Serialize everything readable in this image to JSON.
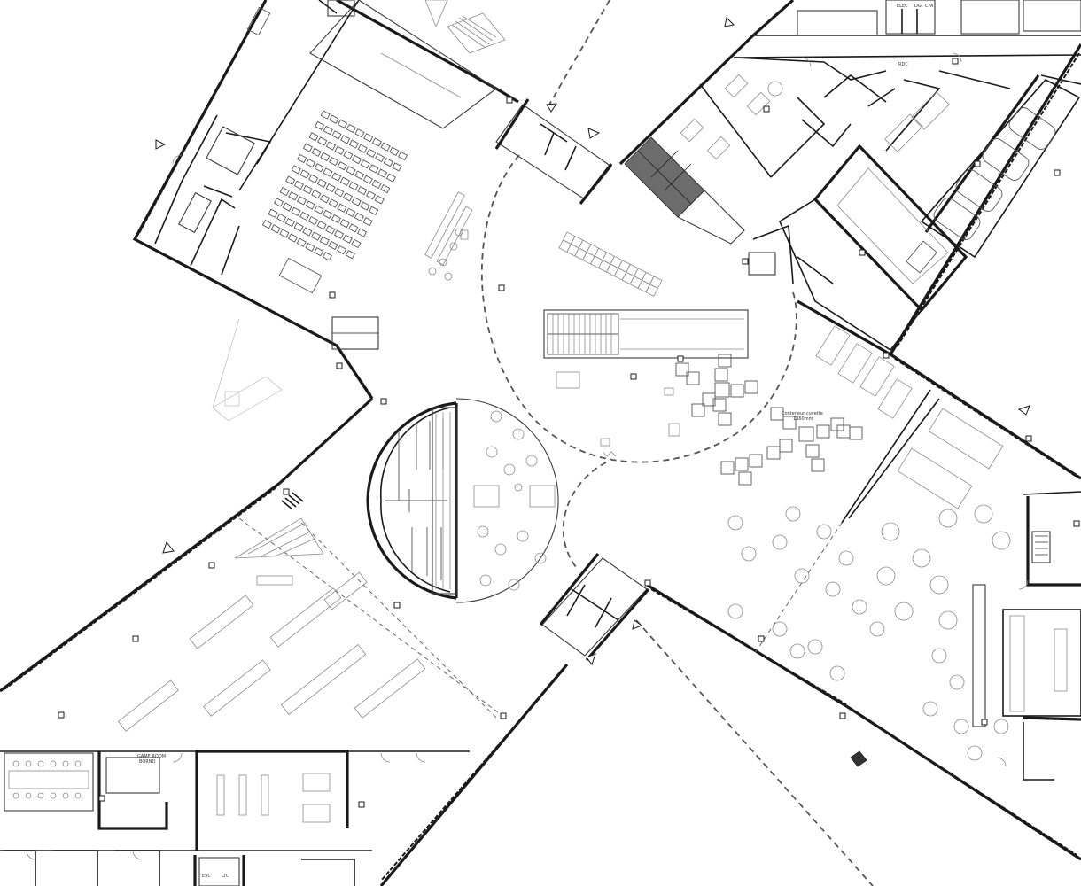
{
  "labels": {
    "game_room": "GAME ROOM",
    "game_room_sub": "BORNO",
    "furniture_note": "Conteneur cuvette",
    "furniture_note_sub": "1360mm",
    "hall_code": "RDC",
    "elec_code": "ELEC",
    "dg_code": "DG",
    "cfa_code": "CFA",
    "local_code": "LTC",
    "escalier_code": "ESC"
  },
  "colors": {
    "wall": "#1a1a1a",
    "furniture": "#8a8a8a",
    "dark_glazing": "#6c6c6c",
    "background": "#ffffff"
  }
}
